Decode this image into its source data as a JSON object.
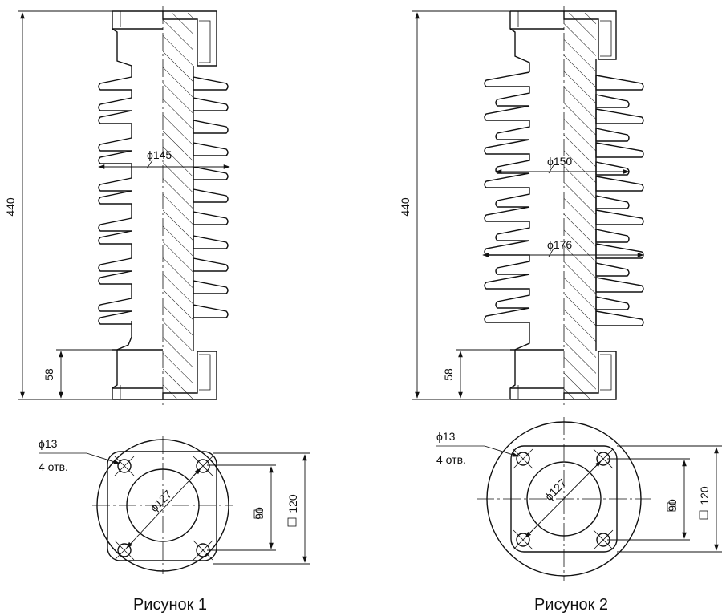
{
  "figure1": {
    "caption": "Рисунок 1",
    "height": "440",
    "flange_height": "58",
    "shed_diameter": "ϕ145",
    "hole_label": "ϕ13",
    "hole_count": "4 отв.",
    "bolt_circle": "ϕ127",
    "square_inner": "90",
    "square_outer": "120"
  },
  "figure2": {
    "caption": "Рисунок 2",
    "height": "440",
    "flange_height": "58",
    "shed_diameter_small": "ϕ150",
    "shed_diameter_large": "ϕ176",
    "hole_label": "ϕ13",
    "hole_count": "4 отв.",
    "bolt_circle": "ϕ127",
    "square_inner": "90",
    "square_outer": "120"
  }
}
